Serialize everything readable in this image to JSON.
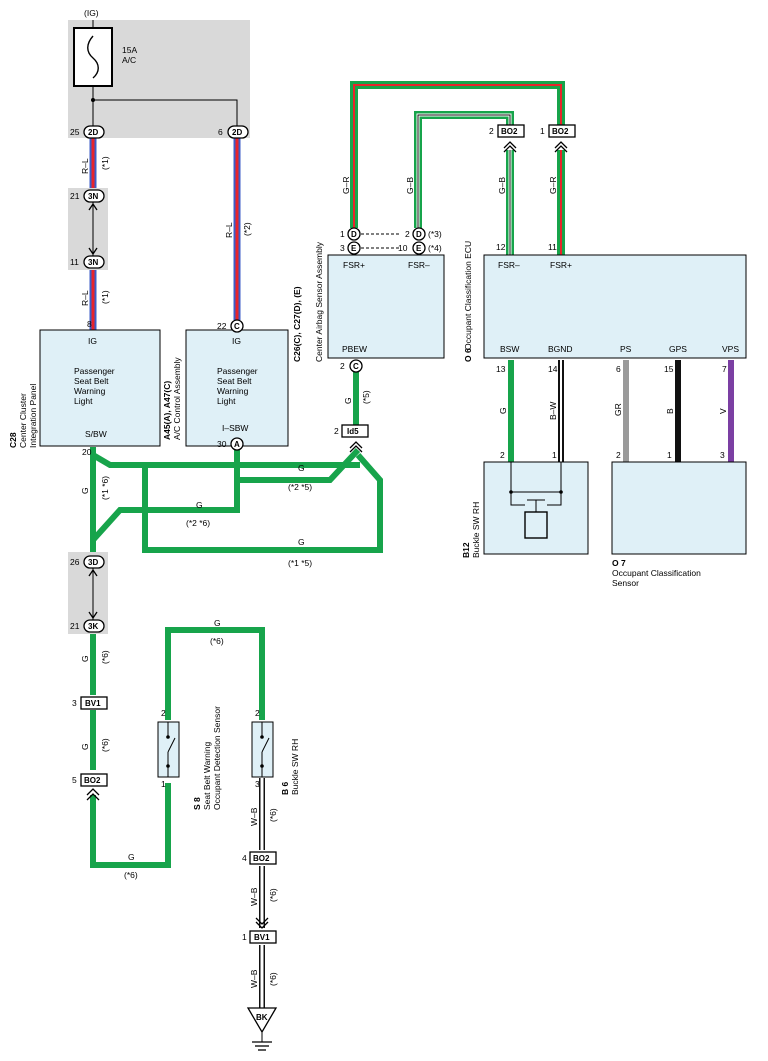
{
  "colors": {
    "green": "#17a44b",
    "red": "#e8242b",
    "blue": "#3d5cc7",
    "grey_wire": "#9a9a9a",
    "violet": "#7b3fa3",
    "black": "#111111",
    "component_fill": "#dff0f7",
    "relay_block": "#d9d9d9"
  },
  "fuse": {
    "supply": "(IG)",
    "rating": "15A",
    "name": "A/C"
  },
  "connectors": {
    "c2d_25": {
      "pin": "25",
      "code": "2D"
    },
    "c2d_6": {
      "pin": "6",
      "code": "2D"
    },
    "c3n_21": {
      "pin": "21",
      "code": "3N"
    },
    "c3n_11": {
      "pin": "11",
      "code": "3N"
    },
    "c3d_26": {
      "pin": "26",
      "code": "3D"
    },
    "c3k_21": {
      "pin": "21",
      "code": "3K"
    },
    "bv1_3": {
      "pin": "3",
      "code": "BV1"
    },
    "bo2_5": {
      "pin": "5",
      "code": "BO2"
    },
    "bo2_4": {
      "pin": "4",
      "code": "BO2"
    },
    "bv1_1": {
      "pin": "1",
      "code": "BV1"
    },
    "bo2_top2": {
      "pin": "2",
      "code": "BO2"
    },
    "bo2_top1": {
      "pin": "1",
      "code": "BO2"
    },
    "id5": {
      "pin": "2",
      "code": "Id5"
    },
    "ground": "BK"
  },
  "components": {
    "c28": {
      "code": "C28",
      "name_line1": "Center Cluster",
      "name_line2": "Integration Panel",
      "body_line1": "Passenger",
      "body_line2": "Seat Belt",
      "body_line3": "Warning",
      "body_line4": "Light",
      "pin_top": "IG",
      "pin_bottom": "S/BW",
      "pin_top_no": "8",
      "pin_bottom_no": "20"
    },
    "a45": {
      "code": "A45(A), A47(C)",
      "name": "A/C Control Assembly",
      "body_line1": "Passenger",
      "body_line2": "Seat Belt",
      "body_line3": "Warning",
      "body_line4": "Light",
      "pin_top": "IG",
      "pin_bottom": "I–SBW",
      "pin_top_no": "22",
      "pin_top_conn": "C",
      "pin_bottom_no": "30",
      "pin_bottom_conn": "A"
    },
    "c26": {
      "code": "C26(C), C27(D), (E)",
      "name": "Center Airbag Sensor Assembly",
      "fsr_plus": "FSR+",
      "fsr_minus": "FSR–",
      "pbew": "PBEW",
      "pin_d_no": "1",
      "pin_d": "D",
      "pin_e_no": "3",
      "pin_e": "E",
      "pin_d2_no": "2",
      "pin_d2": "D",
      "pin_d2_note": "(*3)",
      "pin_e2_no": "10",
      "pin_e2": "E",
      "pin_e2_note": "(*4)",
      "pbew_no": "2",
      "pbew_conn": "C"
    },
    "o6": {
      "code": "O 6",
      "name": "Occupant Classification ECU",
      "fsr_minus": "FSR–",
      "fsr_plus": "FSR+",
      "bsw": "BSW",
      "bgnd": "BGND",
      "ps": "PS",
      "gps": "GPS",
      "vps": "VPS",
      "pin_fsr_minus": "12",
      "pin_fsr_plus": "11",
      "pin_bsw": "13",
      "pin_bgnd": "14",
      "pin_ps": "6",
      "pin_gps": "15",
      "pin_vps": "7"
    },
    "b12": {
      "code": "B12",
      "name": "Buckle SW RH",
      "pin_left": "2",
      "pin_right": "1"
    },
    "o7": {
      "code": "O 7",
      "name_line1": "Occupant Classification",
      "name_line2": "Sensor",
      "pin_ps": "2",
      "pin_gps": "1",
      "pin_vps": "3"
    },
    "s8": {
      "code": "S 8",
      "name_line1": "Seat Belt Warning",
      "name_line2": "Occupant Detection Sensor",
      "pin_top": "2",
      "pin_bottom": "1"
    },
    "b6": {
      "code": "B 6",
      "name": "Buckle SW RH",
      "pin_top": "2",
      "pin_bottom": "3"
    }
  },
  "wire_labels": {
    "rl": "R–L",
    "g": "G",
    "gr": "G–R",
    "gb": "G–B",
    "bw": "B–W",
    "wb": "W–B",
    "grey": "GR",
    "b": "B",
    "v": "V"
  },
  "notes": {
    "n1": "(*1)",
    "n2": "(*2)",
    "n5": "(*5)",
    "n6": "(*6)",
    "n1n6": "(*1 *6)",
    "n2n5": "(*2 *5)",
    "n2n6": "(*2 *6)",
    "n1n5": "(*1 *5)"
  }
}
